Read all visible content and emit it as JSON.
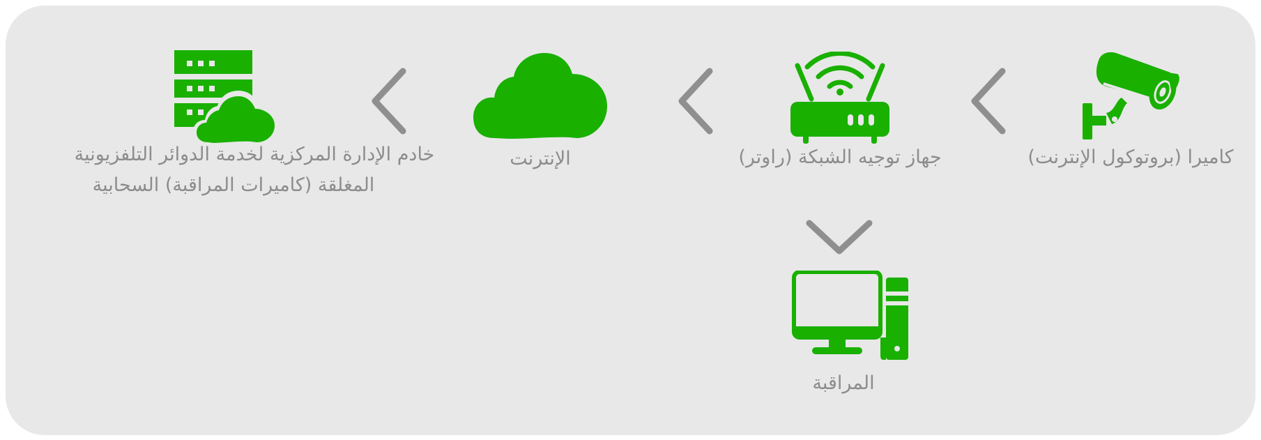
{
  "colors": {
    "background": "#e8e8e8",
    "accent": "#19b000",
    "arrow": "#8f8f8f",
    "label": "#8c8c8c"
  },
  "nodes": {
    "camera": {
      "icon": "cctv-camera-icon",
      "label": "كاميرا (بروتوكول الإنترنت)"
    },
    "router": {
      "icon": "wifi-router-icon",
      "label": "جهاز توجيه الشبكة (راوتر)"
    },
    "internet": {
      "icon": "cloud-icon",
      "label": "الإنترنت"
    },
    "server": {
      "icon": "cloud-server-icon",
      "label_line1": "خادم الإدارة المركزية لخدمة الدوائر التلفزيونية",
      "label_line2": "المغلقة (كاميرات المراقبة) السحابية"
    },
    "monitor": {
      "icon": "desktop-computer-icon",
      "label": "المراقبة"
    }
  },
  "arrows": [
    {
      "icon": "chevron-left-icon",
      "from": "camera",
      "to": "router"
    },
    {
      "icon": "chevron-left-icon",
      "from": "router",
      "to": "internet"
    },
    {
      "icon": "chevron-left-icon",
      "from": "internet",
      "to": "server"
    },
    {
      "icon": "chevron-down-icon",
      "from": "router",
      "to": "monitor"
    }
  ]
}
